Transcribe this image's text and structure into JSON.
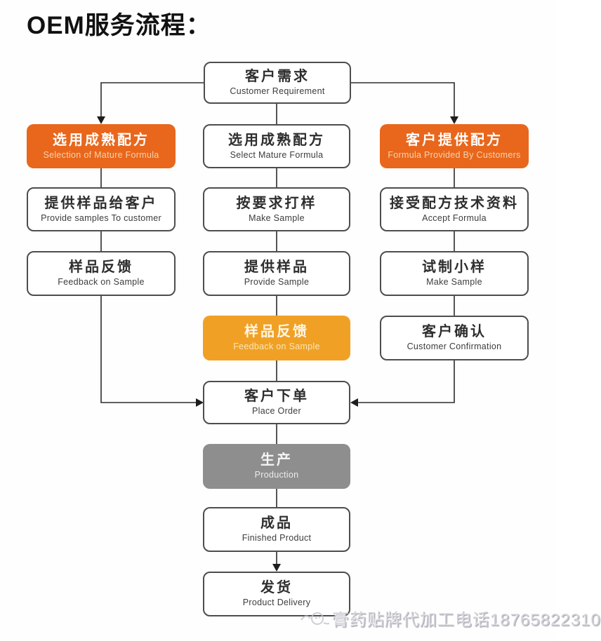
{
  "title": "OEM服务流程：",
  "colors": {
    "dark_orange": "#e8671c",
    "light_orange": "#f0a125",
    "gray": "#8e8e8e",
    "line": "#2b2b2b",
    "box_border": "#4d4d4d"
  },
  "flow": {
    "boxes": [
      {
        "zh": "客户需求",
        "en": "Customer Requirement",
        "variant": "white"
      },
      {
        "zh": "选用成熟配方",
        "en": "Selection of Mature Formula",
        "variant": "dark-orange"
      },
      {
        "zh": "选用成熟配方",
        "en": "Select Mature Formula",
        "variant": "white"
      },
      {
        "zh": "客户提供配方",
        "en": "Formula  Provided By Customers",
        "variant": "dark-orange"
      },
      {
        "zh": "提供样品给客户",
        "en": "Provide samples To customer",
        "variant": "white"
      },
      {
        "zh": "按要求打样",
        "en": "Make Sample",
        "variant": "white"
      },
      {
        "zh": "接受配方技术资料",
        "en": "Accept Formula",
        "variant": "white"
      },
      {
        "zh": "样品反馈",
        "en": "Feedback on Sample",
        "variant": "white"
      },
      {
        "zh": "提供样品",
        "en": "Provide Sample",
        "variant": "white"
      },
      {
        "zh": "试制小样",
        "en": "Make Sample",
        "variant": "white"
      },
      {
        "zh": "样品反馈",
        "en": "Feedback on Sample",
        "variant": "light-orange"
      },
      {
        "zh": "客户确认",
        "en": "Customer Confirmation",
        "variant": "white"
      },
      {
        "zh": "客户下单",
        "en": "Place Order",
        "variant": "white"
      },
      {
        "zh": "生产",
        "en": "Production",
        "variant": "gray"
      },
      {
        "zh": "成品",
        "en": "Finished Product",
        "variant": "white"
      },
      {
        "zh": "发货",
        "en": "Product Delivery",
        "variant": "white"
      }
    ]
  },
  "watermark": {
    "text": "膏药贴牌代加工电话18765822310",
    "icon": "doodle-face-icon"
  }
}
